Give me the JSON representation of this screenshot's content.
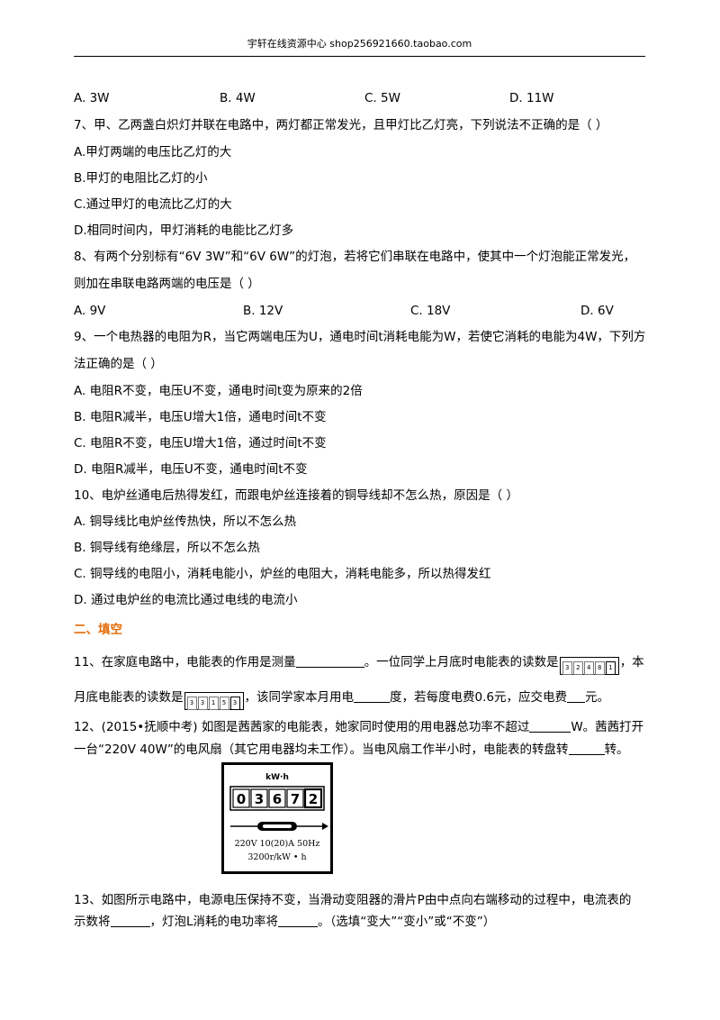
{
  "header": {
    "text": "宇轩在线资源中心   shop256921660.taobao.com"
  },
  "q6_options": {
    "a": "A. 3W",
    "b": "B. 4W",
    "c": "C. 5W",
    "d": "D. 11W"
  },
  "q7": {
    "stem": "7、甲、乙两盏白炽灯并联在电路中，两灯都正常发光，且甲灯比乙灯亮，下列说法不正确的是（     ）",
    "a": "A.甲灯两端的电压比乙灯的大",
    "b": "B.甲灯的电阻比乙灯的小",
    "c": "C.通过甲灯的电流比乙灯的大",
    "d": "D.相同时间内，甲灯消耗的电能比乙灯多"
  },
  "q8": {
    "stem1": "8、有两个分别标有“6V 3W”和“6V 6W”的灯泡，若将它们串联在电路中，使其中一个灯泡能正常发光，",
    "stem2": "则加在串联电路两端的电压是（   ）",
    "a": "A. 9V",
    "b": "B. 12V",
    "c": "C. 18V",
    "d": "D. 6V"
  },
  "q9": {
    "stem1": "9、一个电热器的电阻为R，当它两端电压为U，通电时间t消耗电能为W，若使它消耗的电能为4W，下列方",
    "stem2": "法正确的是（   ）",
    "a": "A. 电阻R不变，电压U不变，通电时间t变为原来的2倍",
    "b": "B. 电阻R减半，电压U增大1倍，通电时间t不变",
    "c": "C. 电阻R不变，电压U增大1倍，通过时间t不变",
    "d": "D. 电阻R减半，电压U不变，通电时间t不变"
  },
  "q10": {
    "stem": "10、电炉丝通电后热得发红，而跟电炉丝连接着的铜导线却不怎么热，原因是（   ）",
    "a": "A. 铜导线比电炉丝传热快，所以不怎么热",
    "b": "B. 铜导线有绝缘层，所以不怎么热",
    "c": "C. 铜导线的电阻小，消耗电能小，炉丝的电阻大，消耗电能多，所以热得发红",
    "d": "D. 通过电炉丝的电流比通过电线的电流小"
  },
  "section2": {
    "title": "二、填空"
  },
  "q11": {
    "part1": "11、在家庭电路中，电能表的作用是测量",
    "part2": "。一位同学上月底时电能表的读数是",
    "part3": "，本",
    "reading1": [
      "3",
      "2",
      "4",
      "8",
      "1"
    ],
    "part4": "月底电能表的读数是",
    "reading2": [
      "3",
      "3",
      "1",
      "5",
      "3"
    ],
    "part5": "，该同学家本月用电",
    "part6": "度，若每度电费0.6元，应交电费",
    "part7": "元。"
  },
  "q12": {
    "part1": "12、(2015•抚顺中考) 如图是茜茜家的电能表，她家同时使用的用电器总功率不超过",
    "part2": "W。茜茜打开",
    "part3": "一台“220V 40W”的电风扇（其它用电器均未工作）。当电风扇工作半小时，电能表的转盘转",
    "part4": "转。"
  },
  "meter": {
    "unit": "kW·h",
    "digits": [
      "0",
      "3",
      "6",
      "7",
      "2"
    ],
    "spec1": "220V  10(20)A  50Hz",
    "spec2": "3200r/kW • h"
  },
  "q13": {
    "part1": "13、如图所示电路中，电源电压保持不变，当滑动变阻器的滑片P由中点向右端移动的过程中，电流表的",
    "part2": "示数将",
    "part3": "，灯泡L消耗的电功率将",
    "part4": "。（选填“变大”“变小”或“不变”）"
  }
}
